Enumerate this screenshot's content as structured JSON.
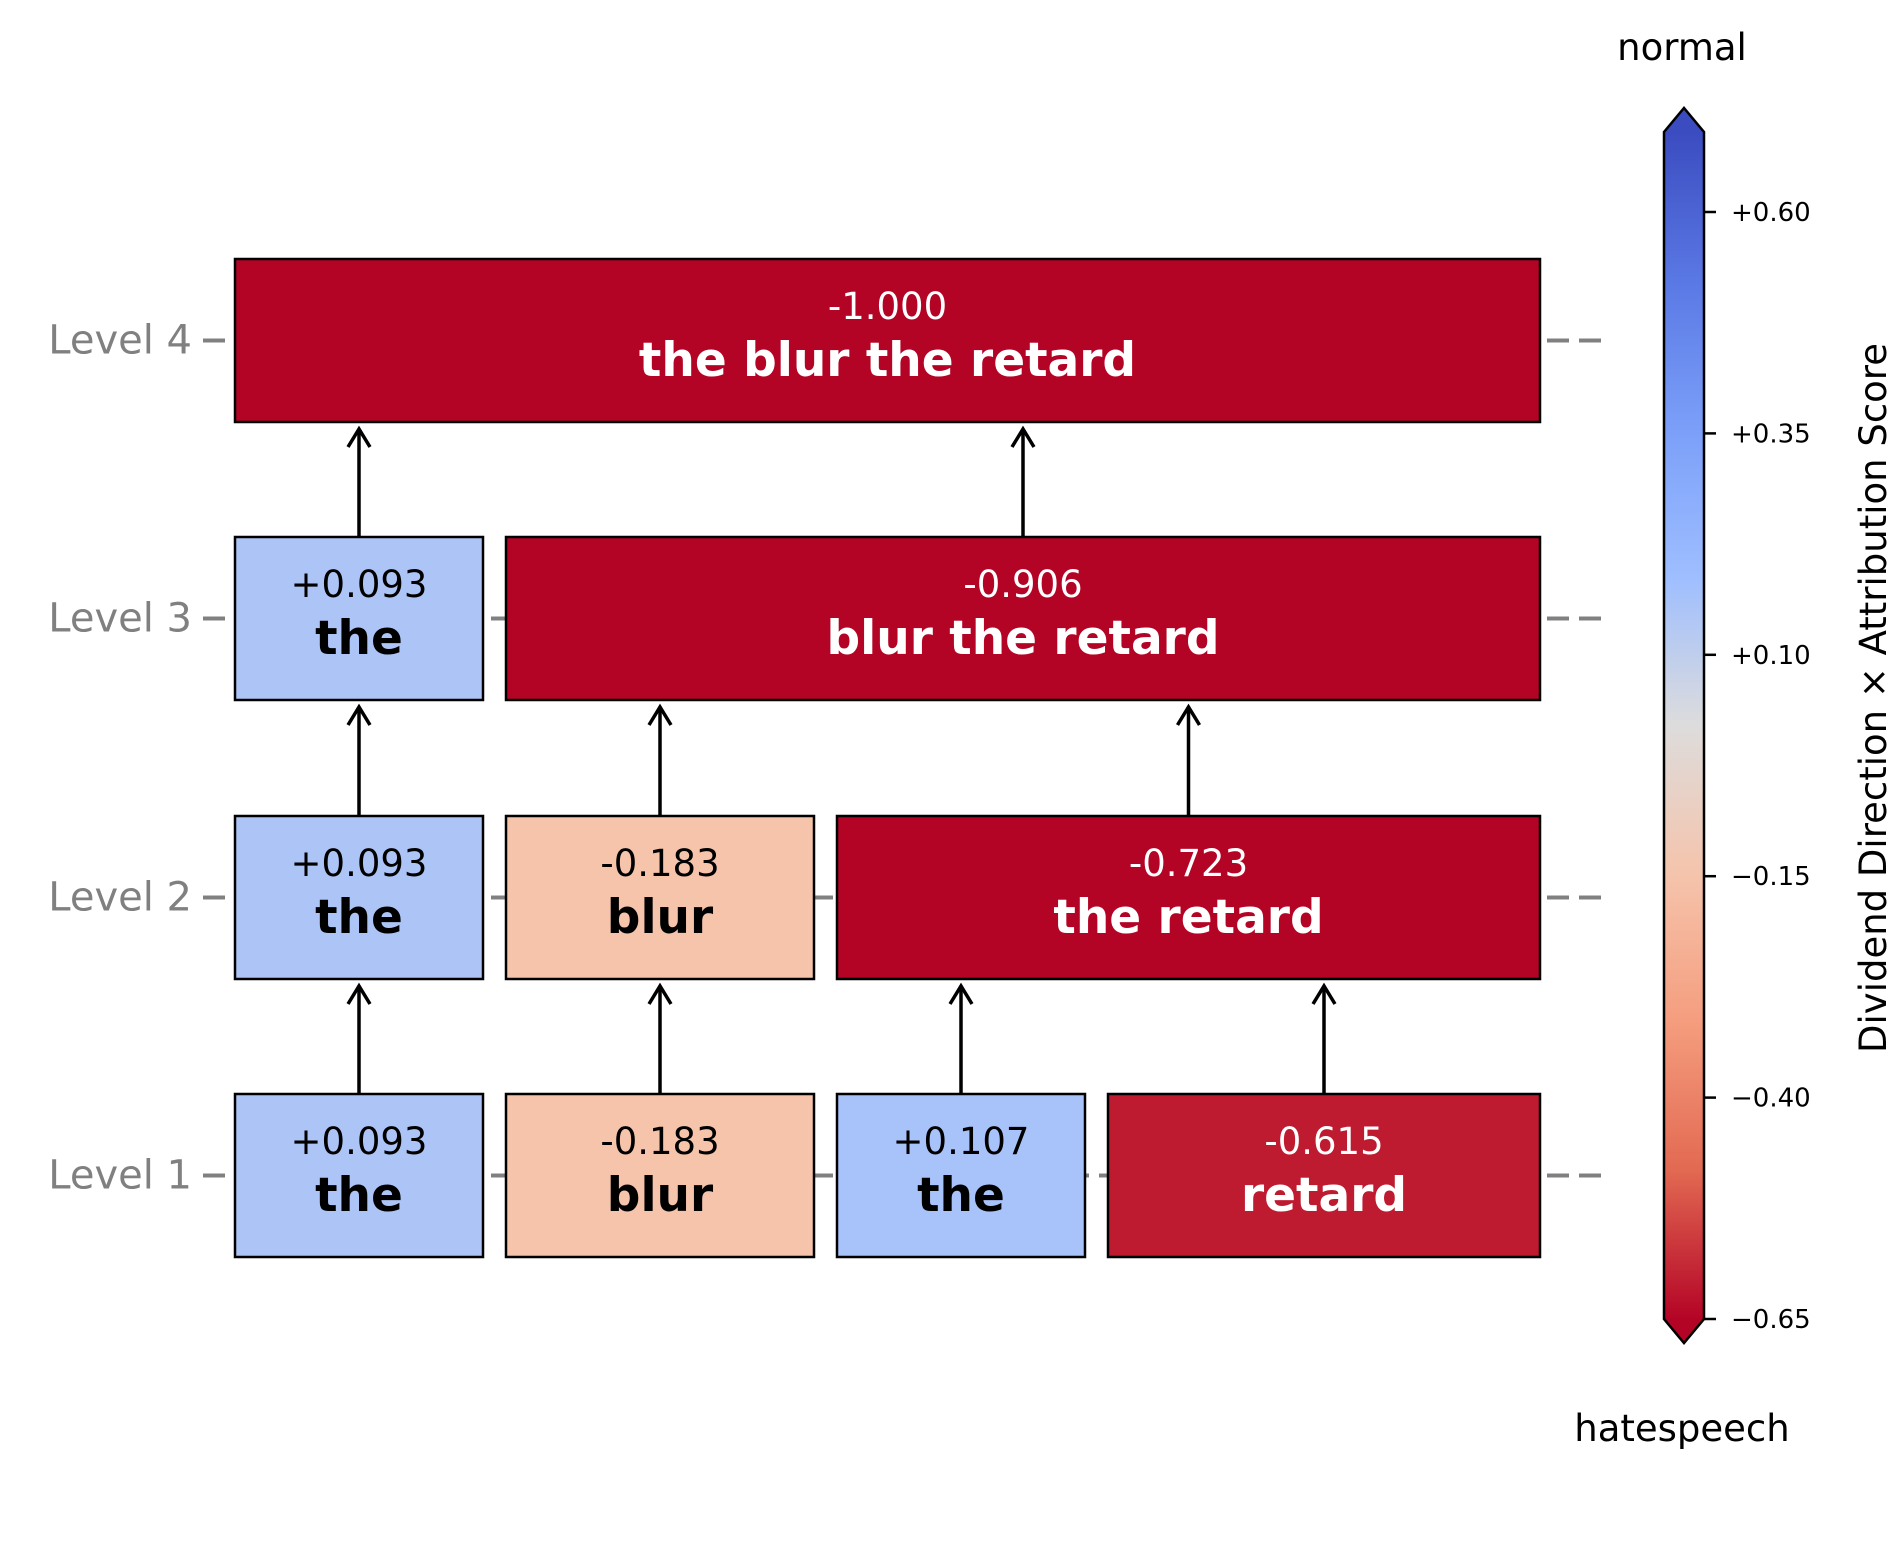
{
  "levels": [
    {
      "label": "Level 1",
      "nodes": [
        {
          "score": "+0.093",
          "text": "the",
          "value": 0.093
        },
        {
          "score": "-0.183",
          "text": "blur",
          "value": -0.183
        },
        {
          "score": "+0.107",
          "text": "the",
          "value": 0.107
        },
        {
          "score": "-0.615",
          "text": "retard",
          "value": -0.615
        }
      ]
    },
    {
      "label": "Level 2",
      "nodes": [
        {
          "score": "+0.093",
          "text": "the",
          "value": 0.093
        },
        {
          "score": "-0.183",
          "text": "blur",
          "value": -0.183
        },
        {
          "score": "-0.723",
          "text": "the retard",
          "value": -0.723
        }
      ]
    },
    {
      "label": "Level 3",
      "nodes": [
        {
          "score": "+0.093",
          "text": "the",
          "value": 0.093
        },
        {
          "score": "-0.906",
          "text": "blur the retard",
          "value": -0.906
        }
      ]
    },
    {
      "label": "Level 4",
      "nodes": [
        {
          "score": "-1.000",
          "text": "the blur the retard",
          "value": -1.0
        }
      ]
    }
  ],
  "colorbar": {
    "label": "Dividend Direction × Attribution Score",
    "top_label": "normal",
    "bottom_label": "hatespeech",
    "ticks": [
      "+0.60",
      "+0.35",
      "+0.10",
      "−0.15",
      "−0.40",
      "−0.65"
    ],
    "tick_values": [
      0.6,
      0.35,
      0.1,
      -0.15,
      -0.4,
      -0.65
    ],
    "vmin": -0.65,
    "vmax": 0.6,
    "colormap": "coolwarm_r"
  }
}
